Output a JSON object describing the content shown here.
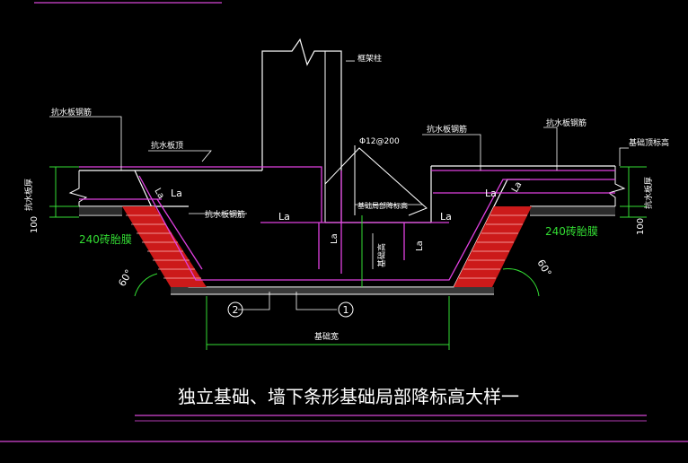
{
  "title": "独立基础、墙下条形基础局部降标高大样一",
  "labels": {
    "column": "框架柱",
    "rebar_top": "抗水板钢筋",
    "rebar_top_right": "抗水板钢筋",
    "rebar_mid_right": "抗水板钢筋",
    "slab_top": "抗水板顶",
    "slab_top_right": "基础顶标高",
    "thickness_left": "抗水板厚",
    "thickness_right": "抗水板厚",
    "rebar_mid_left": "抗水板钢筋",
    "stirrup": "Φ12@200",
    "local_elev": "基础局部降标高",
    "depth": "基础高",
    "width": "基础宽",
    "brick_left": "240砖胎膜",
    "brick_right": "240砖胎膜",
    "la": "La",
    "angle_left": "60°",
    "angle_right": "60°",
    "dim_left": "100",
    "dim_right": "100",
    "mark1": "1",
    "mark2": "2",
    "lap": "La"
  },
  "colors": {
    "line_white": "#ffffff",
    "rebar": "#e040e0",
    "dim_green": "#33dd33",
    "brick": "#cc1a1a",
    "title_line": "#b23ab2"
  }
}
